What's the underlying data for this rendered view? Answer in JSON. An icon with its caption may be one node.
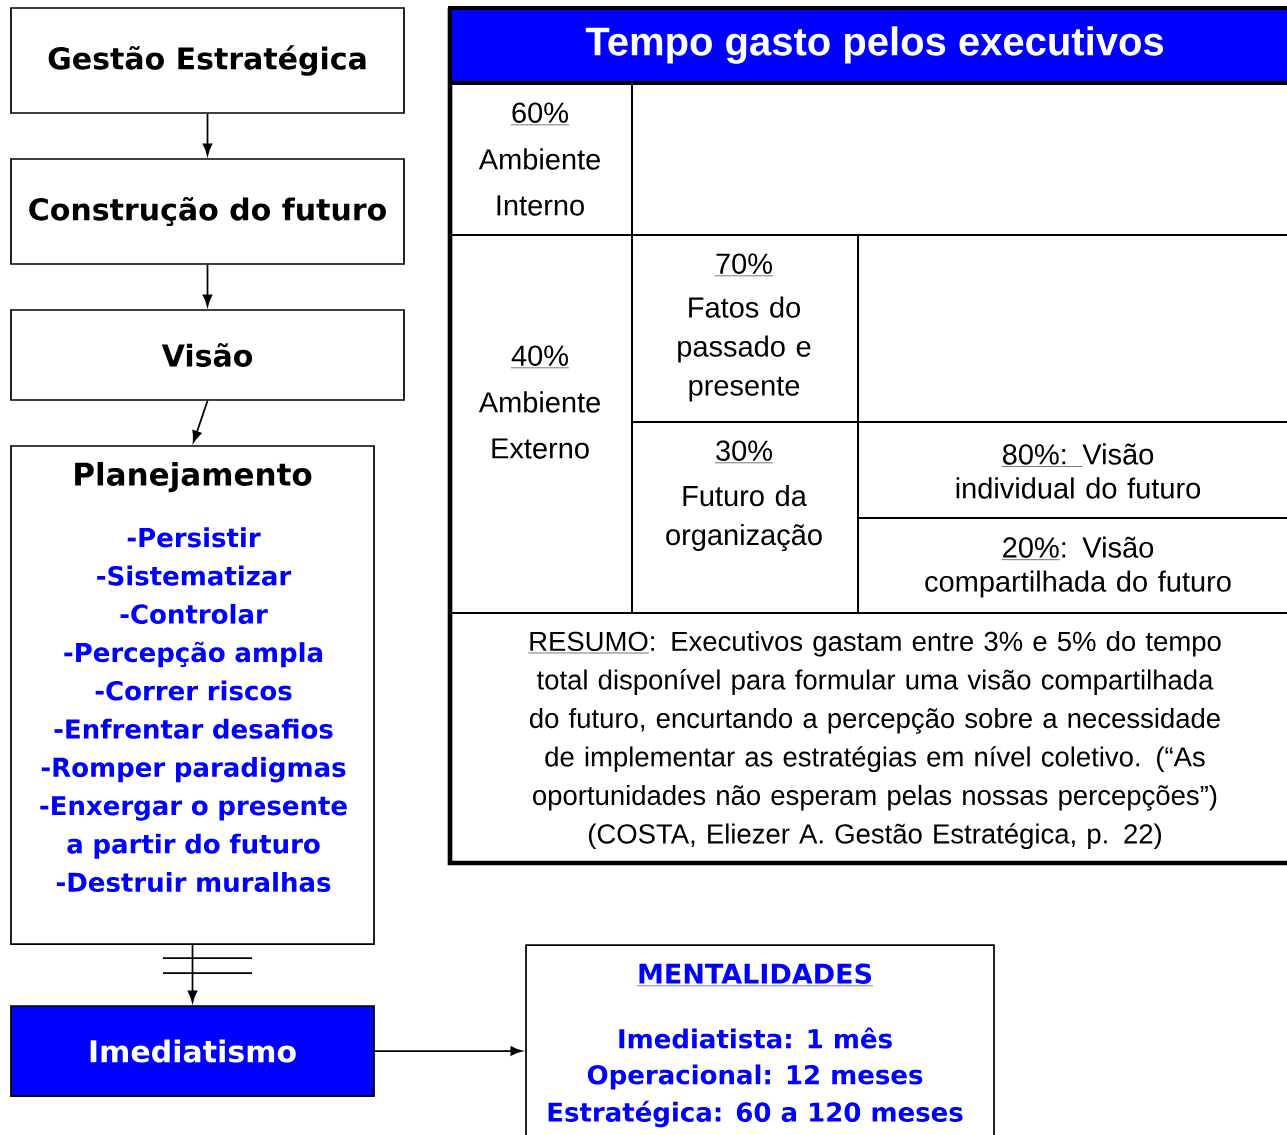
{
  "diagram": {
    "nodes": [
      {
        "text": [
          "Gestão Estratégica"
        ]
      },
      {
        "text": [
          "Construção do futuro"
        ]
      },
      {
        "text": [
          "Visão"
        ]
      },
      {
        "text": [
          "Planejamento",
          "-Persistir",
          "-Sistematizar",
          "-Controlar",
          "-Percepção ampla",
          "-Correr riscos",
          "-Enfrentar desafios",
          "-Romper paradigmas",
          "-Enxergar o presente a partir do futuro",
          "-Destruir muralhas"
        ]
      },
      {
        "text": [
          "Imediatismo"
        ]
      },
      {
        "text": [
          "MENTALIDADES",
          "Imediatista: 1 mês",
          "Operacional: 12 meses",
          "Estratégica: 60 a 120 meses"
        ]
      }
    ],
    "edges": [
      {
        "from": 0,
        "to": 1,
        "arrow": "to"
      },
      {
        "from": 1,
        "to": 2,
        "arrow": "to"
      },
      {
        "from": 2,
        "to": 3,
        "arrow": "to"
      },
      {
        "from": 3,
        "to": 4,
        "arrow": "to"
      },
      {
        "from": 4,
        "to": 5,
        "arrow": "to"
      }
    ],
    "labels": [
      "Tempo gasto pelos executivos",
      "60%",
      "Ambiente Interno",
      "40%",
      "Ambiente Externo",
      "70%",
      "Fatos do passado e presente",
      "30%",
      "Futuro da organização",
      "80%: ",
      "Visão individual do futuro",
      "20%",
      ": Visão compartilhada do futuro",
      "RESUMO",
      ": Executivos gastam entre 3% e 5% do tempo total disponível para formular uma visão compartilhada do futuro, encurtando a percepção sobre a necessidade de implementar as estratégias em nível coletivo. (“As oportunidades não esperam pelas nossas percepções”) (COSTA, Eliezer A. Gestão Estratégica, p. 22)"
    ]
  }
}
